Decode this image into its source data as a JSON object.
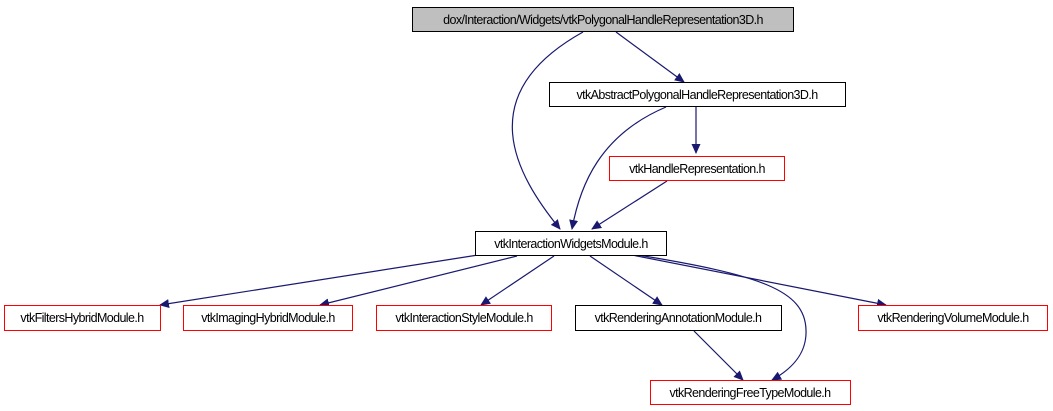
{
  "colors": {
    "edge": "#191970",
    "root_fill": "#bfbfbf",
    "border_black": "#000000",
    "border_red": "#ff0000",
    "background": "#ffffff"
  },
  "nodes": {
    "root": {
      "label": "dox/Interaction/Widgets/vtkPolygonalHandleRepresentation3D.h",
      "border": "black",
      "filled": true
    },
    "abstract": {
      "label": "vtkAbstractPolygonalHandleRepresentation3D.h",
      "border": "black",
      "filled": false
    },
    "handle": {
      "label": "vtkHandleRepresentation.h",
      "border": "red",
      "filled": false
    },
    "widgets": {
      "label": "vtkInteractionWidgetsModule.h",
      "border": "black",
      "filled": false
    },
    "filters": {
      "label": "vtkFiltersHybridModule.h",
      "border": "red",
      "filled": false
    },
    "imaging": {
      "label": "vtkImagingHybridModule.h",
      "border": "red",
      "filled": false
    },
    "style": {
      "label": "vtkInteractionStyleModule.h",
      "border": "red",
      "filled": false
    },
    "annotation": {
      "label": "vtkRenderingAnnotationModule.h",
      "border": "black",
      "filled": false
    },
    "volume": {
      "label": "vtkRenderingVolumeModule.h",
      "border": "red",
      "filled": false
    },
    "freetype": {
      "label": "vtkRenderingFreeTypeModule.h",
      "border": "red",
      "filled": false
    }
  },
  "edges": [
    [
      "root",
      "abstract"
    ],
    [
      "root",
      "widgets"
    ],
    [
      "abstract",
      "handle"
    ],
    [
      "abstract",
      "widgets"
    ],
    [
      "handle",
      "widgets"
    ],
    [
      "widgets",
      "filters"
    ],
    [
      "widgets",
      "imaging"
    ],
    [
      "widgets",
      "style"
    ],
    [
      "widgets",
      "annotation"
    ],
    [
      "widgets",
      "volume"
    ],
    [
      "widgets",
      "freetype"
    ],
    [
      "annotation",
      "freetype"
    ]
  ]
}
